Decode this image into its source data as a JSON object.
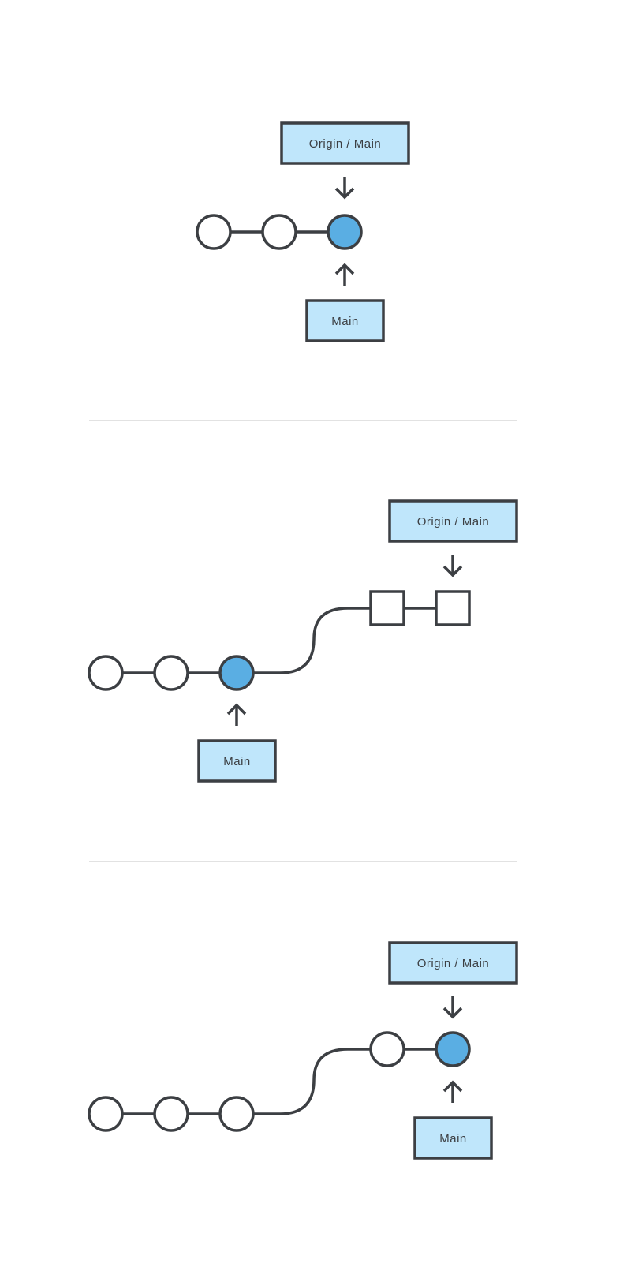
{
  "colors": {
    "stroke": "#3c3f43",
    "label_fill": "#bfe6fb",
    "head_commit_fill": "#5aaee3",
    "empty_commit_fill": "#ffffff",
    "divider": "#d8d8d8"
  },
  "diagrams": [
    {
      "origin_label": "Origin / Main",
      "local_label": "Main"
    },
    {
      "origin_label": "Origin / Main",
      "local_label": "Main"
    },
    {
      "origin_label": "Origin / Main",
      "local_label": "Main"
    }
  ]
}
